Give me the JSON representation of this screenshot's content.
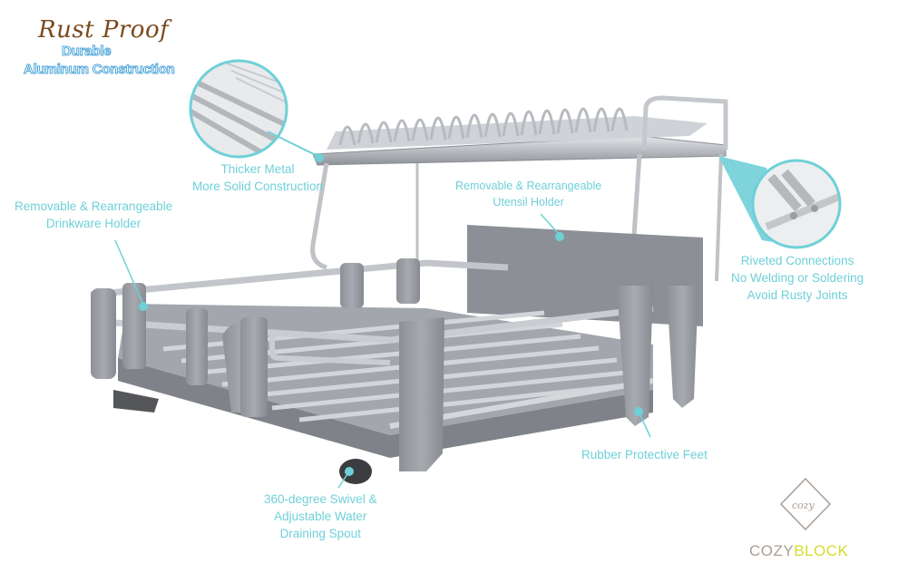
{
  "header": {
    "title": "Rust Proof",
    "subtitle_line1": "Durable",
    "subtitle_line2": "Aluminum Construction"
  },
  "callouts": {
    "thicker_metal": {
      "line1": "Thicker Metal",
      "line2": "More Solid Construction"
    },
    "drinkware": {
      "line1": "Removable & Rearrangeable",
      "line2": "Drinkware Holder"
    },
    "utensil": {
      "line1": "Removable & Rearrangeable",
      "line2": "Utensil Holder"
    },
    "riveted": {
      "line1": "Riveted Connections",
      "line2": "No Welding or Soldering",
      "line3": "Avoid Rusty Joints"
    },
    "feet": {
      "line1": "Rubber Protective Feet"
    },
    "spout": {
      "line1": "360-degree Swivel &",
      "line2": "Adjustable Water",
      "line3": "Draining Spout"
    }
  },
  "logo": {
    "script": "cozy",
    "brand_part1": "COZY",
    "brand_part2": "BLOCK"
  },
  "colors": {
    "accent": "#6fd0d8",
    "title_brown": "#7a4a1e",
    "subtitle_blue": "#4ea6d8",
    "logo_gray": "#a89e96",
    "logo_yellow": "#d6dc2a",
    "rack_gray": "#9a9ea4"
  }
}
